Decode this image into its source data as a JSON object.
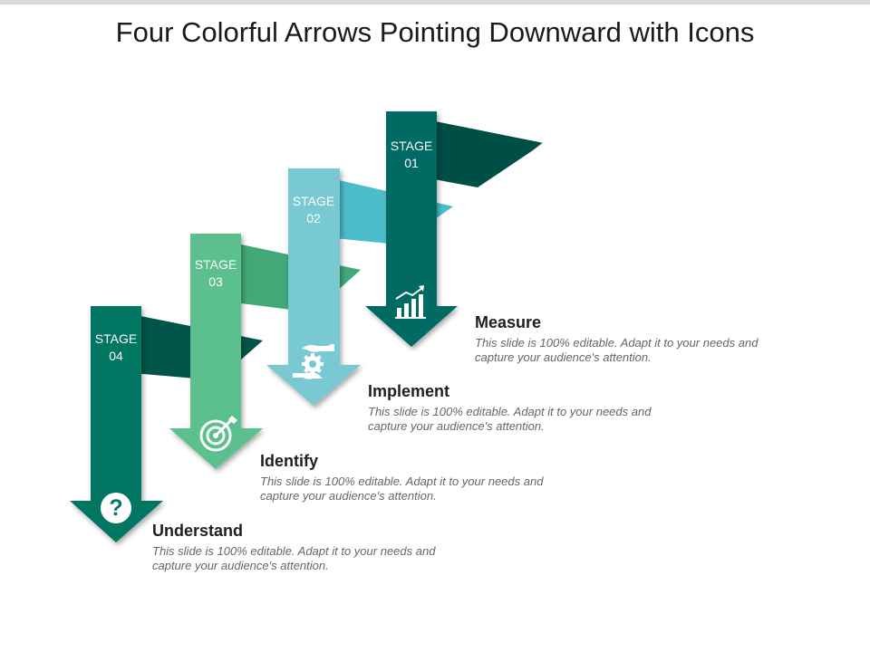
{
  "title": "Four Colorful Arrows Pointing Downward with Icons",
  "colors": {
    "stage1": "#046b63",
    "stage1_band": "#004f47",
    "stage2": "#79c9d3",
    "stage2_band": "#4cbccb",
    "stage3": "#5bbf8e",
    "stage3_band": "#42a877",
    "stage4": "#067664",
    "stage4_band": "#005548"
  },
  "stages": [
    {
      "label_word": "STAGE",
      "label_num": "01",
      "icon": "bar-chart-growth-icon",
      "heading": "Measure",
      "desc_line1": "This slide is 100% editable. Adapt it to your needs and",
      "desc_line2": "capture your audience's attention."
    },
    {
      "label_word": "STAGE",
      "label_num": "02",
      "icon": "gear-hands-icon",
      "heading": "Implement",
      "desc_line1": "This slide is 100% editable. Adapt it to your needs and",
      "desc_line2": "capture your audience's attention."
    },
    {
      "label_word": "STAGE",
      "label_num": "03",
      "icon": "target-icon",
      "heading": "Identify",
      "desc_line1": "This slide is 100% editable. Adapt it to your needs and",
      "desc_line2": "capture your audience's attention."
    },
    {
      "label_word": "STAGE",
      "label_num": "04",
      "icon": "question-mark-icon",
      "icon_glyph": "?",
      "heading": "Understand",
      "desc_line1": "This slide is 100% editable. Adapt it to your needs and",
      "desc_line2": "capture your audience's attention."
    }
  ]
}
